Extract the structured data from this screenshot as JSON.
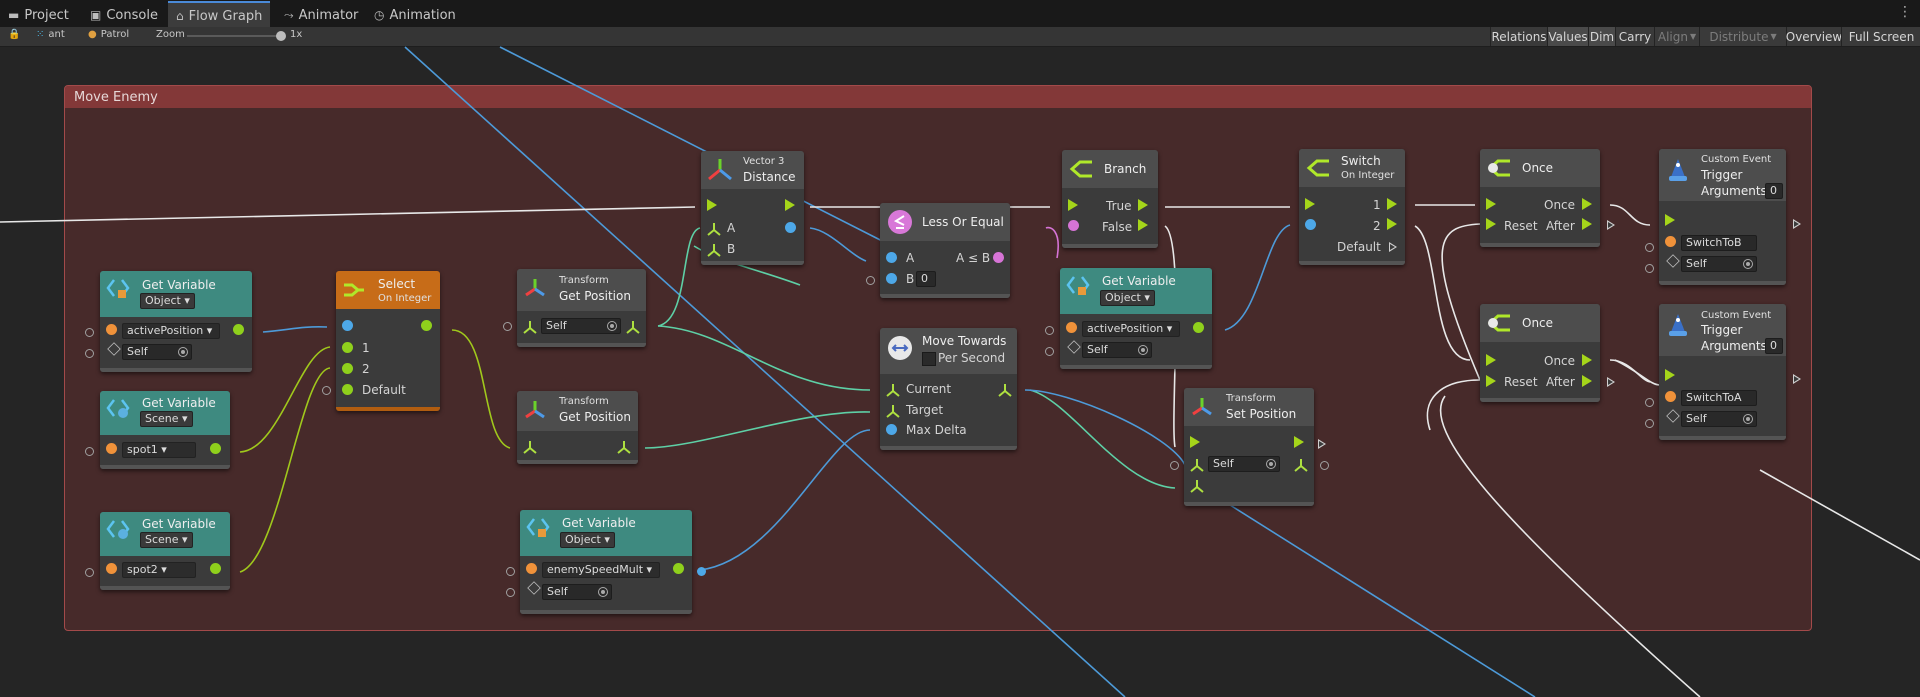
{
  "tabs": [
    {
      "label": "Project",
      "icon": "folder-icon"
    },
    {
      "label": "Console",
      "icon": "console-icon"
    },
    {
      "label": "Flow Graph",
      "icon": "flow-graph-icon"
    },
    {
      "label": "Animator",
      "icon": "animator-icon"
    },
    {
      "label": "Animation",
      "icon": "animation-icon"
    }
  ],
  "toolbar": {
    "object": "ant",
    "graph": "Patrol",
    "zoom_label": "Zoom",
    "zoom_value": "1x",
    "buttons": [
      "Relations",
      "Values",
      "Dim",
      "Carry",
      "Align",
      "Distribute",
      "Overview",
      "Full Screen"
    ]
  },
  "group": {
    "title": "Move Enemy"
  },
  "nodes": {
    "getvar1": {
      "title": "Get Variable",
      "kind": "Object",
      "var": "activePosition",
      "target": "Self"
    },
    "getvar2": {
      "title": "Get Variable",
      "kind": "Scene",
      "var": "spot1"
    },
    "getvar3": {
      "title": "Get Variable",
      "kind": "Scene",
      "var": "spot2"
    },
    "select": {
      "title": "Select",
      "subtitle": "On Integer",
      "opt1": "1",
      "opt2": "2",
      "default": "Default"
    },
    "tgetpos1": {
      "subtitle": "Transform",
      "title": "Get Position",
      "target": "Self"
    },
    "tgetpos2": {
      "subtitle": "Transform",
      "title": "Get Position"
    },
    "getvar4": {
      "title": "Get Variable",
      "kind": "Object",
      "var": "enemySpeedMult",
      "target": "Self"
    },
    "distance": {
      "subtitle": "Vector 3",
      "title": "Distance",
      "a": "A",
      "b": "B"
    },
    "lessorequal": {
      "title": "Less Or Equal",
      "a": "A",
      "b": "B",
      "b_value": "0",
      "out": "A ≤ B"
    },
    "movetowards": {
      "title": "Move Towards",
      "per_second": "Per Second",
      "current": "Current",
      "target": "Target",
      "maxdelta": "Max Delta"
    },
    "branch": {
      "title": "Branch",
      "true_label": "True",
      "false_label": "False"
    },
    "getvar5": {
      "title": "Get Variable",
      "kind": "Object",
      "var": "activePosition",
      "target": "Self"
    },
    "setpos": {
      "subtitle": "Transform",
      "title": "Set Position",
      "target": "Self"
    },
    "switch": {
      "title": "Switch",
      "subtitle": "On Integer",
      "opt1": "1",
      "opt2": "2",
      "default": "Default"
    },
    "once1": {
      "title": "Once",
      "once": "Once",
      "reset": "Reset",
      "after": "After"
    },
    "once2": {
      "title": "Once",
      "once": "Once",
      "reset": "Reset",
      "after": "After"
    },
    "event1": {
      "subtitle": "Custom Event",
      "title": "Trigger",
      "args_label": "Arguments",
      "args_value": "0",
      "name": "SwitchToB",
      "target": "Self"
    },
    "event2": {
      "subtitle": "Custom Event",
      "title": "Trigger",
      "args_label": "Arguments",
      "args_value": "0",
      "name": "SwitchToA",
      "target": "Self"
    }
  },
  "colors": {
    "vector3_port": "#8fd01c",
    "transform_port": "#4da8e8",
    "object_port": "#f0923a",
    "bool_port": "#d674d6",
    "flow": "#a5d51a",
    "group_border": "#a34a4a"
  }
}
